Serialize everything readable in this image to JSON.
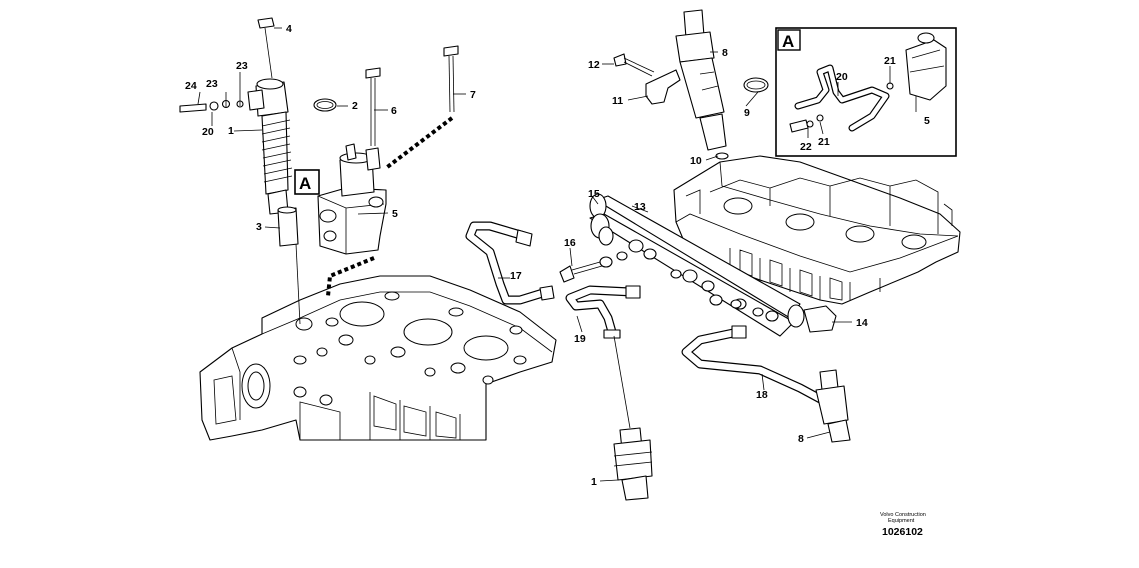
{
  "diagram": {
    "callouts": [
      "1",
      "2",
      "3",
      "4",
      "5",
      "6",
      "7",
      "8",
      "9",
      "10",
      "11",
      "12",
      "13",
      "14",
      "15",
      "16",
      "17",
      "18",
      "19",
      "20",
      "21",
      "22",
      "23",
      "24"
    ],
    "detail_marker": "A",
    "inset_marker": "A",
    "footer": {
      "company_line1": "Volvo Construction",
      "company_line2": "Equipment",
      "drawing_number": "1026102"
    }
  }
}
